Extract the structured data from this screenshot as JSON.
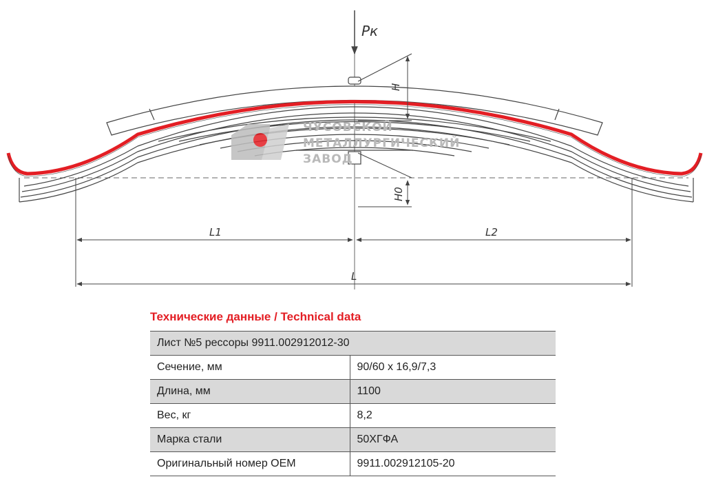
{
  "drawing": {
    "force_label": "Pк",
    "dim_h": "H",
    "dim_h0": "H0",
    "dim_l1": "L1",
    "dim_l2": "L2",
    "dim_l": "L",
    "watermark_line1": "ЧУСОВСКОЙ",
    "watermark_line2": "МЕТАЛЛУРГИЧЕСКИЙ",
    "watermark_line3": "ЗАВОД",
    "colors": {
      "highlight": "#e31e24",
      "line": "#444444",
      "watermark": "#b9b9b9"
    }
  },
  "table": {
    "title": "Технические данные / Technical data",
    "header": "Лист №5 рессоры 9911.002912012-30",
    "rows": [
      {
        "label": "Сечение, мм",
        "value": "90/60 x 16,9/7,3"
      },
      {
        "label": "Длина, мм",
        "value": "1100"
      },
      {
        "label": "Вес, кг",
        "value": "8,2"
      },
      {
        "label": "Марка стали",
        "value": "50ХГФА"
      },
      {
        "label": "Оригинальный номер OEM",
        "value": "9911.002912105-20"
      }
    ]
  }
}
